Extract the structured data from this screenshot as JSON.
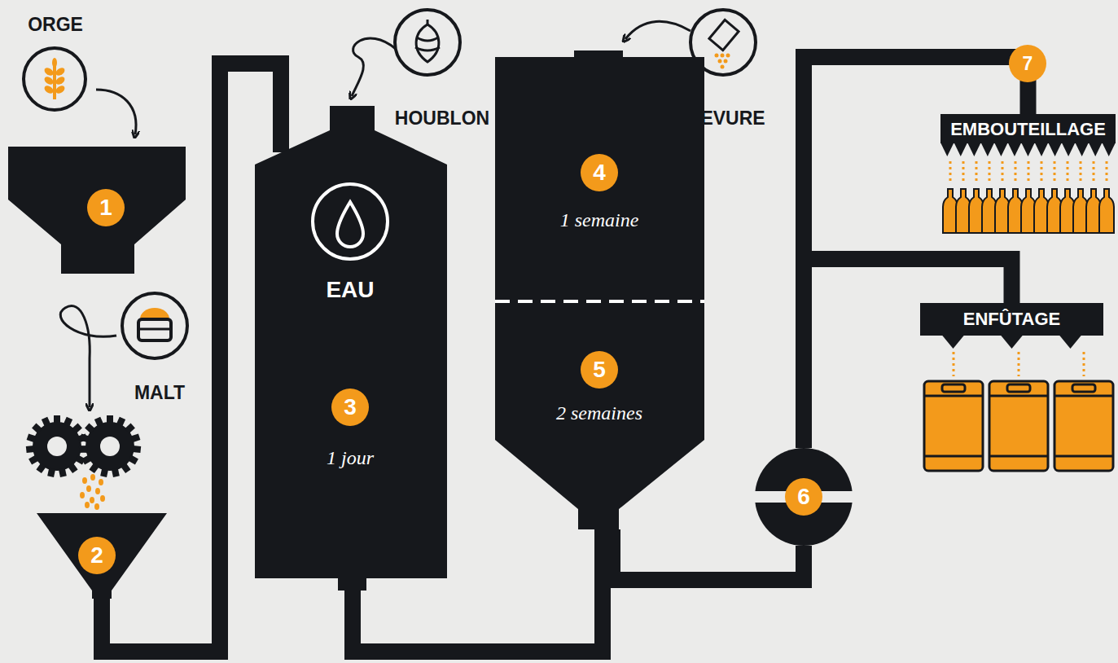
{
  "diagram": {
    "nodes": [
      {
        "text": [
          "1"
        ]
      },
      {
        "text": [
          "2"
        ]
      },
      {
        "text": [
          "EAU",
          "3",
          "1 jour"
        ]
      },
      {
        "text": [
          "4",
          "1 semaine"
        ]
      },
      {
        "text": [
          "5",
          "2 semaines"
        ]
      },
      {
        "text": [
          "6"
        ]
      },
      {
        "text": [
          "EMBOUTEILLAGE"
        ]
      },
      {
        "text": [
          "ENFÛTAGE"
        ]
      }
    ],
    "edges": [
      {
        "from": 1,
        "to": 2,
        "arrow": "none"
      },
      {
        "from": 2,
        "to": 4,
        "arrow": "none"
      },
      {
        "from": 4,
        "to": 5,
        "arrow": "none"
      },
      {
        "from": 5,
        "to": 6,
        "arrow": "none"
      },
      {
        "from": 5,
        "to": 7,
        "arrow": "none"
      }
    ],
    "labels": [
      "ORGE",
      "MALT",
      "HOUBLON",
      "LEVURE",
      "7"
    ]
  }
}
